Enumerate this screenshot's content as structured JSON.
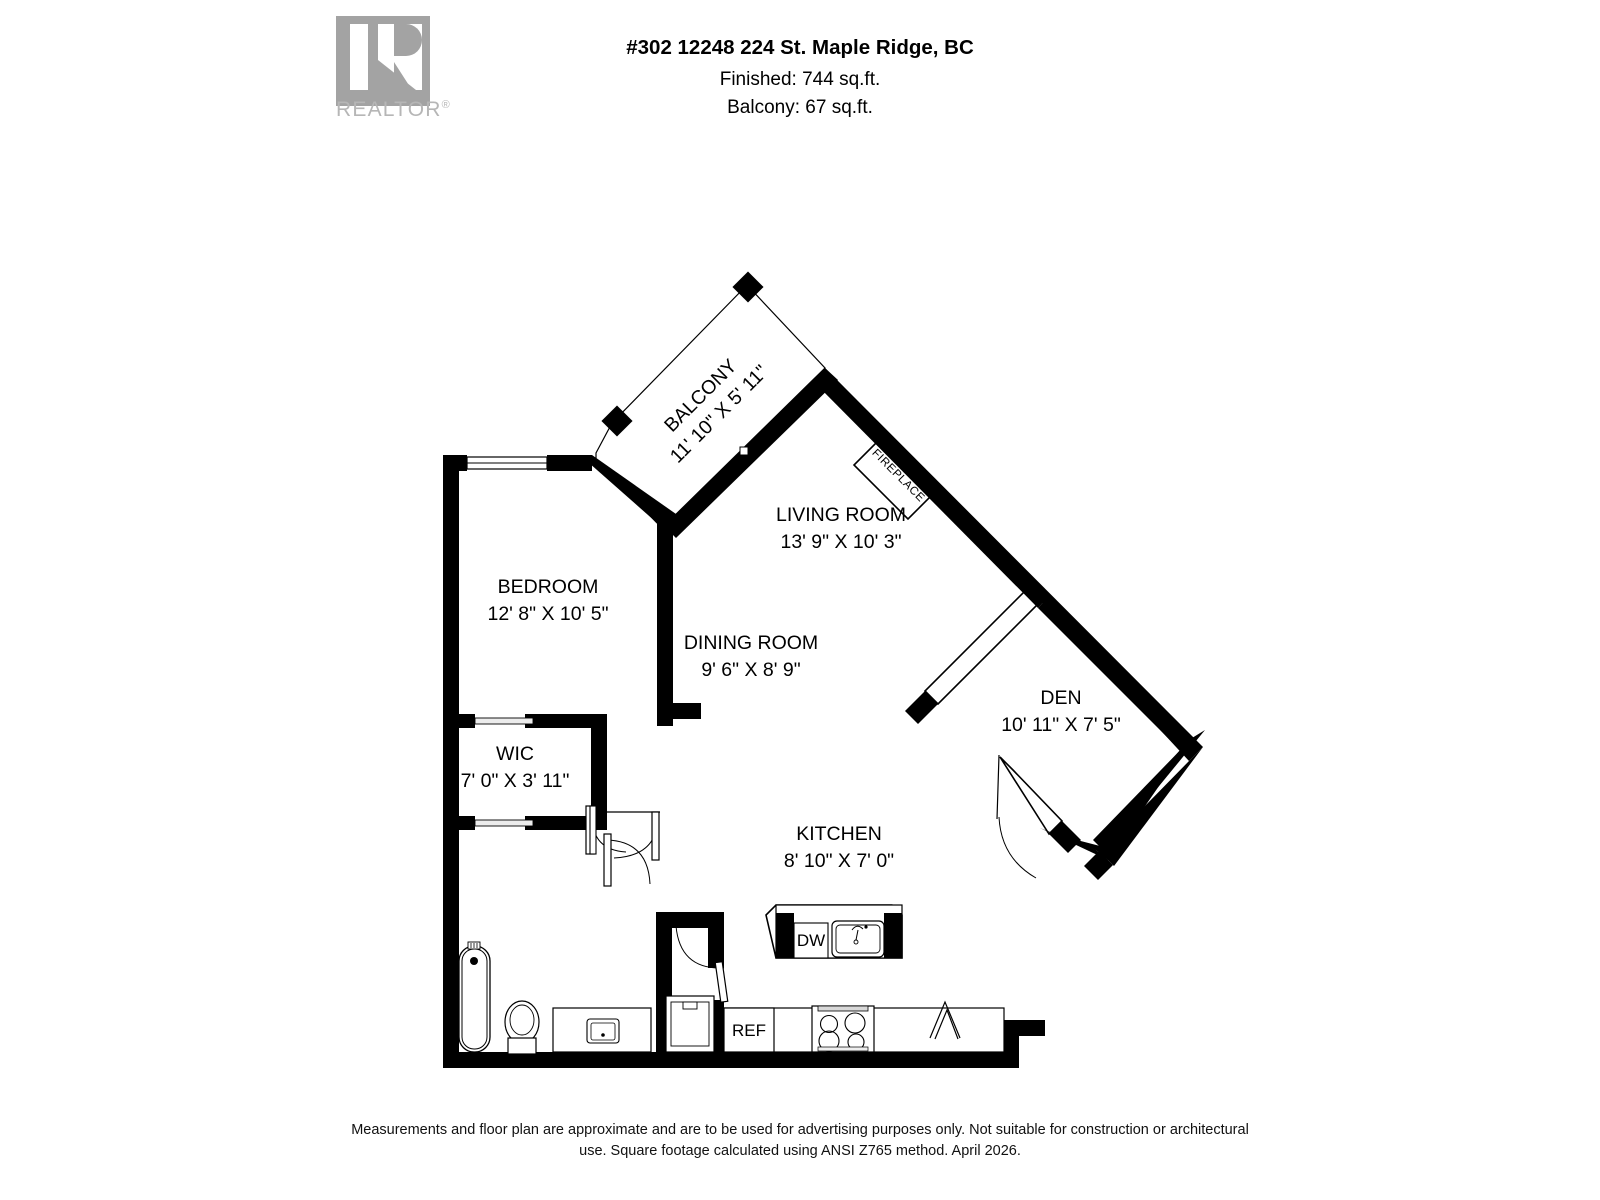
{
  "header": {
    "logo": {
      "mark": "realtor-r-mark",
      "wordmark": "REALTOR",
      "registered": "®"
    },
    "address": "#302 12248 224 St. Maple Ridge, BC",
    "finished": "Finished: 744 sq.ft.",
    "balcony": "Balcony:  67 sq.ft."
  },
  "rooms": [
    {
      "id": "balcony",
      "name": "BALCONY",
      "dims": "11' 10\" X 5' 11\""
    },
    {
      "id": "living",
      "name": "LIVING ROOM",
      "dims": "13' 9\" X 10' 3\""
    },
    {
      "id": "bedroom",
      "name": "BEDROOM",
      "dims": "12' 8\" X 10' 5\""
    },
    {
      "id": "dining",
      "name": "DINING ROOM",
      "dims": "9' 6\" X 8' 9\""
    },
    {
      "id": "den",
      "name": "DEN",
      "dims": "10' 11\" X 7' 5\""
    },
    {
      "id": "wic",
      "name": "WIC",
      "dims": "7' 0\" X 3' 11\""
    },
    {
      "id": "kitchen",
      "name": "KITCHEN",
      "dims": "8' 10\" X 7' 0\""
    }
  ],
  "fixtures": {
    "fireplace": "FIREPLACE",
    "dishwasher": "DW",
    "refrigerator": "REF"
  },
  "footer": {
    "line1": "Measurements and floor plan are approximate and are to be used for advertising purposes only. Not suitable for construction or architectural",
    "line2": "use. Square footage calculated using ANSI Z765 method. April 2026."
  },
  "colors": {
    "wall": "#000000",
    "logo_gray": "#a3a3a3",
    "logo_text_gray": "#b6b6b6",
    "background": "#ffffff"
  }
}
